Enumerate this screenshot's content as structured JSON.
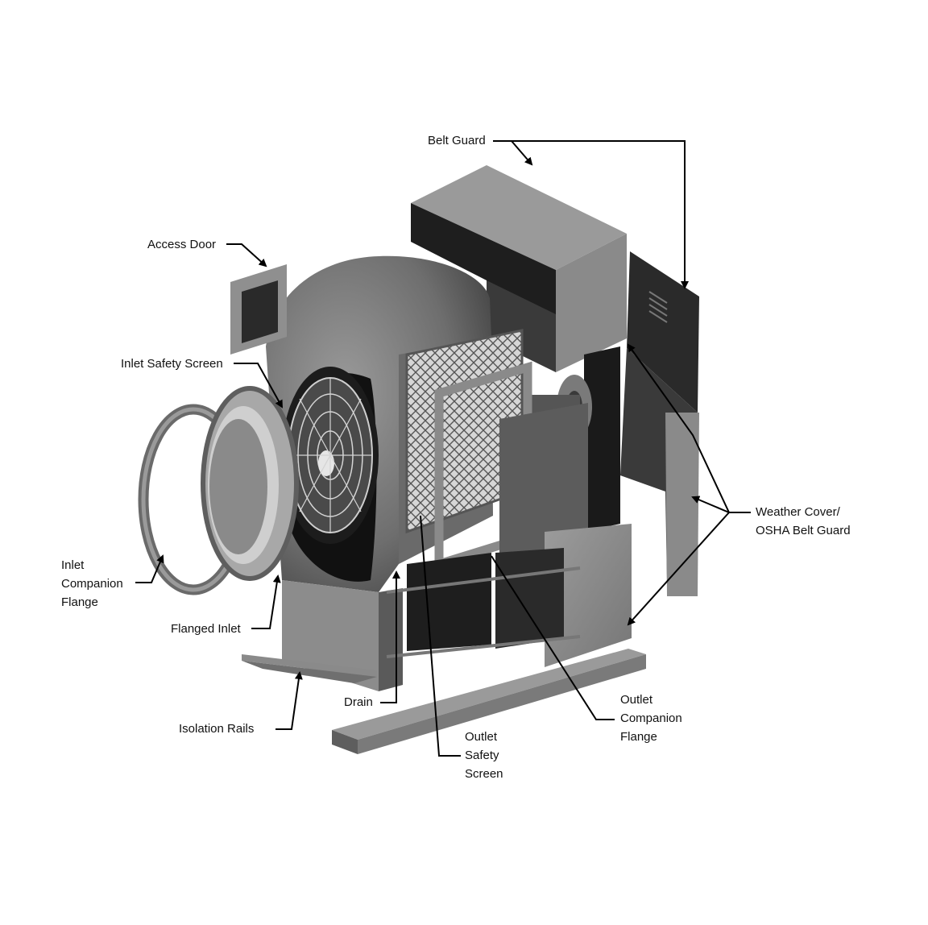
{
  "labels": {
    "belt_guard": "Belt Guard",
    "access_door": "Access Door",
    "inlet_safety_screen": "Inlet Safety Screen",
    "weather_cover": [
      "Weather Cover/",
      "OSHA Belt Guard"
    ],
    "inlet_companion_flange": [
      "Inlet",
      "Companion",
      "Flange"
    ],
    "flanged_inlet": "Flanged Inlet",
    "isolation_rails": "Isolation Rails",
    "drain": "Drain",
    "outlet_safety_screen": [
      "Outlet",
      "Safety",
      "Screen"
    ],
    "outlet_companion_flange": [
      "Outlet",
      "Companion",
      "Flange"
    ]
  },
  "colors": {
    "steel_light": "#8f8f8f",
    "steel_mid": "#6f6f6f",
    "steel_dark": "#2b2b2b",
    "leader": "#000000"
  }
}
